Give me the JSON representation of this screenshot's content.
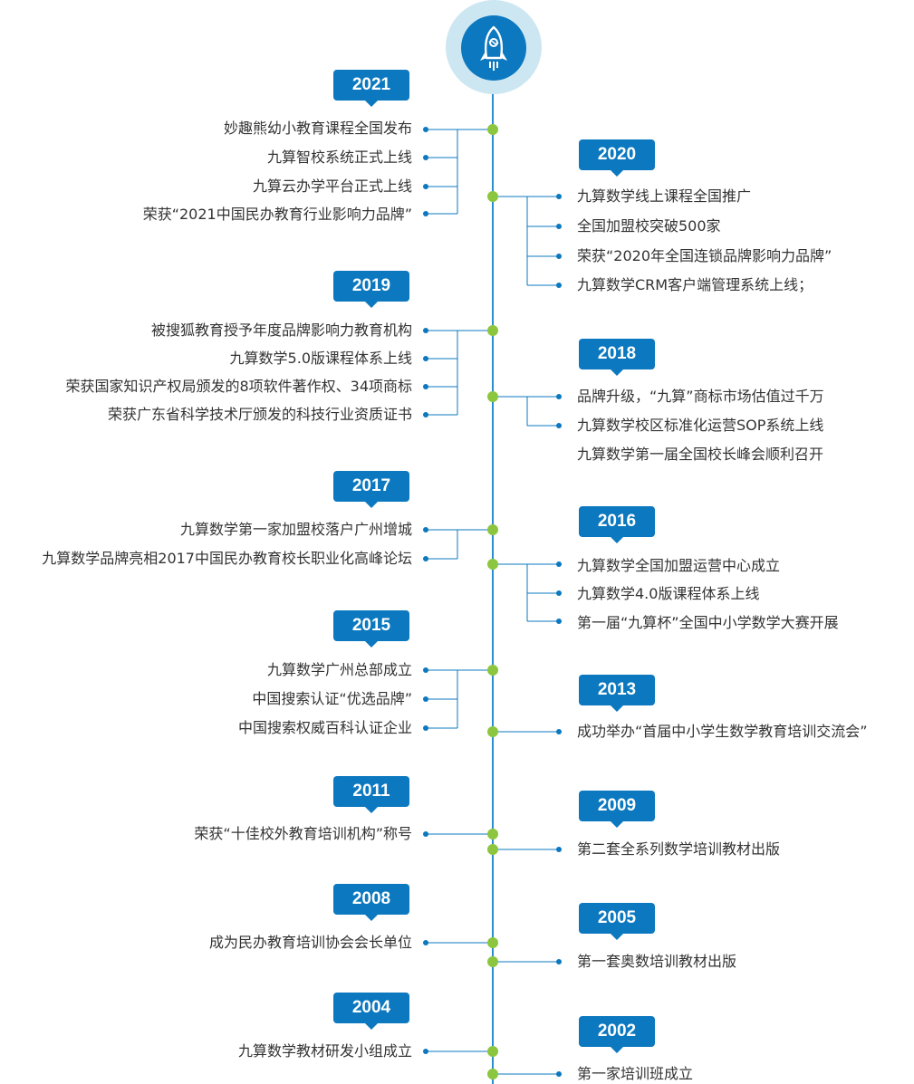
{
  "logo": {
    "icon": "rocket-icon",
    "accent": "#0b78bf",
    "halo": "#cde7f2"
  },
  "colors": {
    "badge": "#0b78bf",
    "spine": "#2a8fd0",
    "node": "#8cc63f",
    "connector": "#0b78bf",
    "text": "#333333"
  },
  "timeline": {
    "left": [
      {
        "year": "2021",
        "items": [
          "妙趣熊幼小教育课程全国发布",
          "九算智校系统正式上线",
          "九算云办学平台正式上线",
          "荣获“2021中国民办教育行业影响力品牌”"
        ]
      },
      {
        "year": "2019",
        "items": [
          "被搜狐教育授予年度品牌影响力教育机构",
          "九算数学5.0版课程体系上线",
          "荣获国家知识产权局颁发的8项软件著作权、34项商标",
          "荣获广东省科学技术厅颁发的科技行业资质证书"
        ]
      },
      {
        "year": "2017",
        "items": [
          "九算数学第一家加盟校落户广州增城",
          "九算数学品牌亮相2017中国民办教育校长职业化高峰论坛"
        ]
      },
      {
        "year": "2015",
        "items": [
          "九算数学广州总部成立",
          "中国搜索认证“优选品牌”",
          "中国搜索权威百科认证企业"
        ]
      },
      {
        "year": "2011",
        "items": [
          "荣获“十佳校外教育培训机构”称号"
        ]
      },
      {
        "year": "2008",
        "items": [
          "成为民办教育培训协会会长单位"
        ]
      },
      {
        "year": "2004",
        "items": [
          "九算数学教材研发小组成立"
        ]
      }
    ],
    "right": [
      {
        "year": "2020",
        "items": [
          "九算数学线上课程全国推广",
          "全国加盟校突破500家",
          "荣获“2020年全国连锁品牌影响力品牌”",
          "九算数学CRM客户端管理系统上线；"
        ]
      },
      {
        "year": "2018",
        "items": [
          "品牌升级，“九算”商标市场估值过千万",
          "九算数学校区标准化运营SOP系统上线",
          "九算数学第一届全国校长峰会顺利召开"
        ]
      },
      {
        "year": "2016",
        "items": [
          "九算数学全国加盟运营中心成立",
          "九算数学4.0版课程体系上线",
          "第一届“九算杯”全国中小学数学大赛开展"
        ]
      },
      {
        "year": "2013",
        "items": [
          "成功举办“首届中小学生数学教育培训交流会”"
        ]
      },
      {
        "year": "2009",
        "items": [
          "第二套全系列数学培训教材出版"
        ]
      },
      {
        "year": "2005",
        "items": [
          "第一套奥数培训教材出版"
        ]
      },
      {
        "year": "2002",
        "items": [
          "第一家培训班成立"
        ]
      }
    ]
  }
}
